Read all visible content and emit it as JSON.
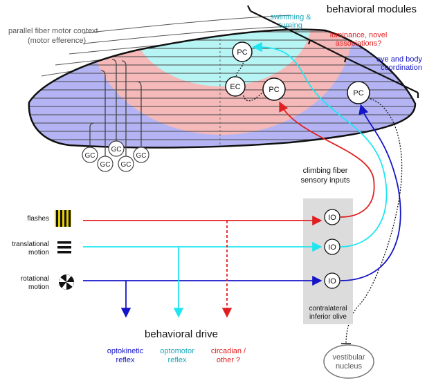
{
  "title": "behavioral modules",
  "parallel_fiber": {
    "line1": "parallel fiber motor context",
    "line2": "(motor efference)"
  },
  "modules": {
    "swimming": {
      "line1": "swimming &",
      "line2": "turning"
    },
    "luminance": {
      "line1": "luminance, novel",
      "line2": "associations?"
    },
    "eye_body": {
      "line1": "eye and body",
      "line2": "coordination"
    }
  },
  "cells": {
    "pc": "PC",
    "ec": "EC",
    "gc": "GC",
    "io": "IO"
  },
  "climbing_fiber": {
    "line1": "climbing fiber",
    "line2": "sensory inputs"
  },
  "stimuli": {
    "flashes": "flashes",
    "translational": {
      "line1": "translational",
      "line2": "motion"
    },
    "rotational": {
      "line1": "rotational",
      "line2": "motion"
    }
  },
  "olive": {
    "line1": "contralateral",
    "line2": "inferior olive"
  },
  "behavioral_drive": "behavioral drive",
  "outputs": {
    "optokinetic": {
      "line1": "optokinetic",
      "line2": "reflex"
    },
    "optomotor": {
      "line1": "optomotor",
      "line2": "reflex"
    },
    "circadian": {
      "line1": "circadian /",
      "line2": "other ?"
    }
  },
  "vestibular": {
    "line1": "vestibular",
    "line2": "nucleus"
  },
  "colors": {
    "blue_zone": "#b4b4f4",
    "red_zone": "#f6b9b9",
    "cyan_zone": "#b7f4f4",
    "blue": "#1414c8",
    "cyan": "#1ee6f0",
    "red": "#e02020",
    "teal_text": "#1aa8b8",
    "olive_box": "#dcdcdc"
  }
}
